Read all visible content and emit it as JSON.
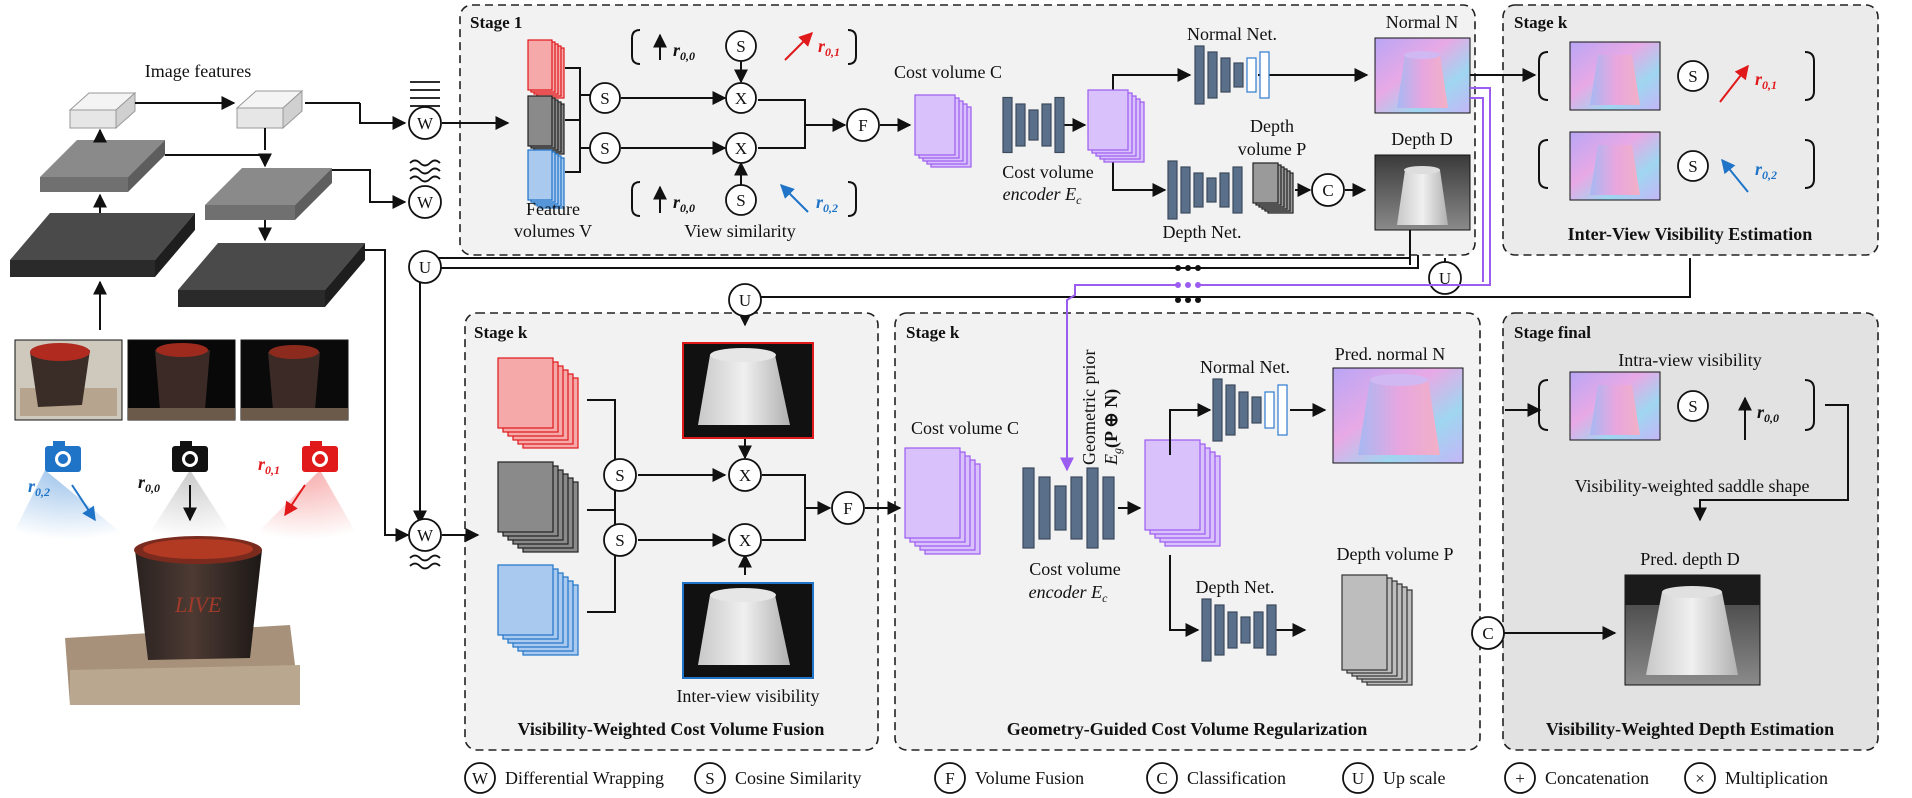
{
  "left": {
    "image_features": "Image features",
    "views": [
      {
        "label": "r",
        "sub": "0,2",
        "color": "#1f74c8"
      },
      {
        "label": "r",
        "sub": "0,0",
        "color": "#111111"
      },
      {
        "label": "r",
        "sub": "0,1",
        "color": "#e0191b"
      }
    ]
  },
  "stage1": {
    "title": "Stage 1",
    "feature_volumes": [
      "Feature",
      "volumes V"
    ],
    "view_similarity": "View similarity",
    "r00": "r",
    "r00_sub": "0,0",
    "r01": "r",
    "r01_sub": "0,1",
    "r02": "r",
    "r02_sub": "0,2",
    "cost_volume": "Cost volume C",
    "cost_volume_encoder": [
      "Cost volume",
      "encoder E"
    ],
    "encoder_sub": "c",
    "normal_net": "Normal Net.",
    "depth_net": "Depth Net.",
    "depth_volume": [
      "Depth",
      "volume P"
    ],
    "normal_N": "Normal N",
    "depth_D": "Depth D"
  },
  "stage_k_top": {
    "title": "Stage k",
    "caption": "Inter-View Visibility Estimation"
  },
  "stage_k_fusion": {
    "title": "Stage k",
    "inter_view": "Inter-view visibility",
    "caption": "Visibility-Weighted Cost Volume Fusion"
  },
  "stage_k_reg": {
    "title": "Stage k",
    "cost_volume": "Cost volume C",
    "geometric_prior": "Geometric prior",
    "geometric_prior_formula": "E",
    "geometric_prior_sub": "g",
    "geometric_prior_rest": "(P ⊕ N)",
    "encoder": [
      "Cost volume",
      "encoder E"
    ],
    "encoder_sub": "c",
    "normal_net": "Normal Net.",
    "depth_net": "Depth Net.",
    "pred_normal": "Pred. normal N",
    "depth_volume": "Depth volume P",
    "caption": "Geometry-Guided Cost Volume Regularization"
  },
  "stage_final": {
    "title": "Stage final",
    "intra_view": "Intra-view visibility",
    "saddle": "Visibility-weighted saddle shape",
    "pred_depth": "Pred. depth D",
    "r00": "r",
    "r00_sub": "0,0",
    "caption": "Visibility-Weighted Depth Estimation"
  },
  "ops": {
    "W": "W",
    "S": "S",
    "F": "F",
    "C": "C",
    "U": "U",
    "X": "X"
  },
  "legend": [
    {
      "sym": "W",
      "label": "Differential Wrapping"
    },
    {
      "sym": "S",
      "label": "Cosine Similarity"
    },
    {
      "sym": "F",
      "label": "Volume Fusion"
    },
    {
      "sym": "C",
      "label": "Classification"
    },
    {
      "sym": "U",
      "label": "Up scale"
    },
    {
      "sym": "+",
      "label": "Concatenation"
    },
    {
      "sym": "×",
      "label": "Multiplication"
    }
  ],
  "colors": {
    "red": "#e0191b",
    "blue": "#1f74c8",
    "purple": "#9b5cf0",
    "net": "#5a6f8a",
    "panel": "#f2f2f2",
    "panel_dark": "#e6e6e6"
  }
}
